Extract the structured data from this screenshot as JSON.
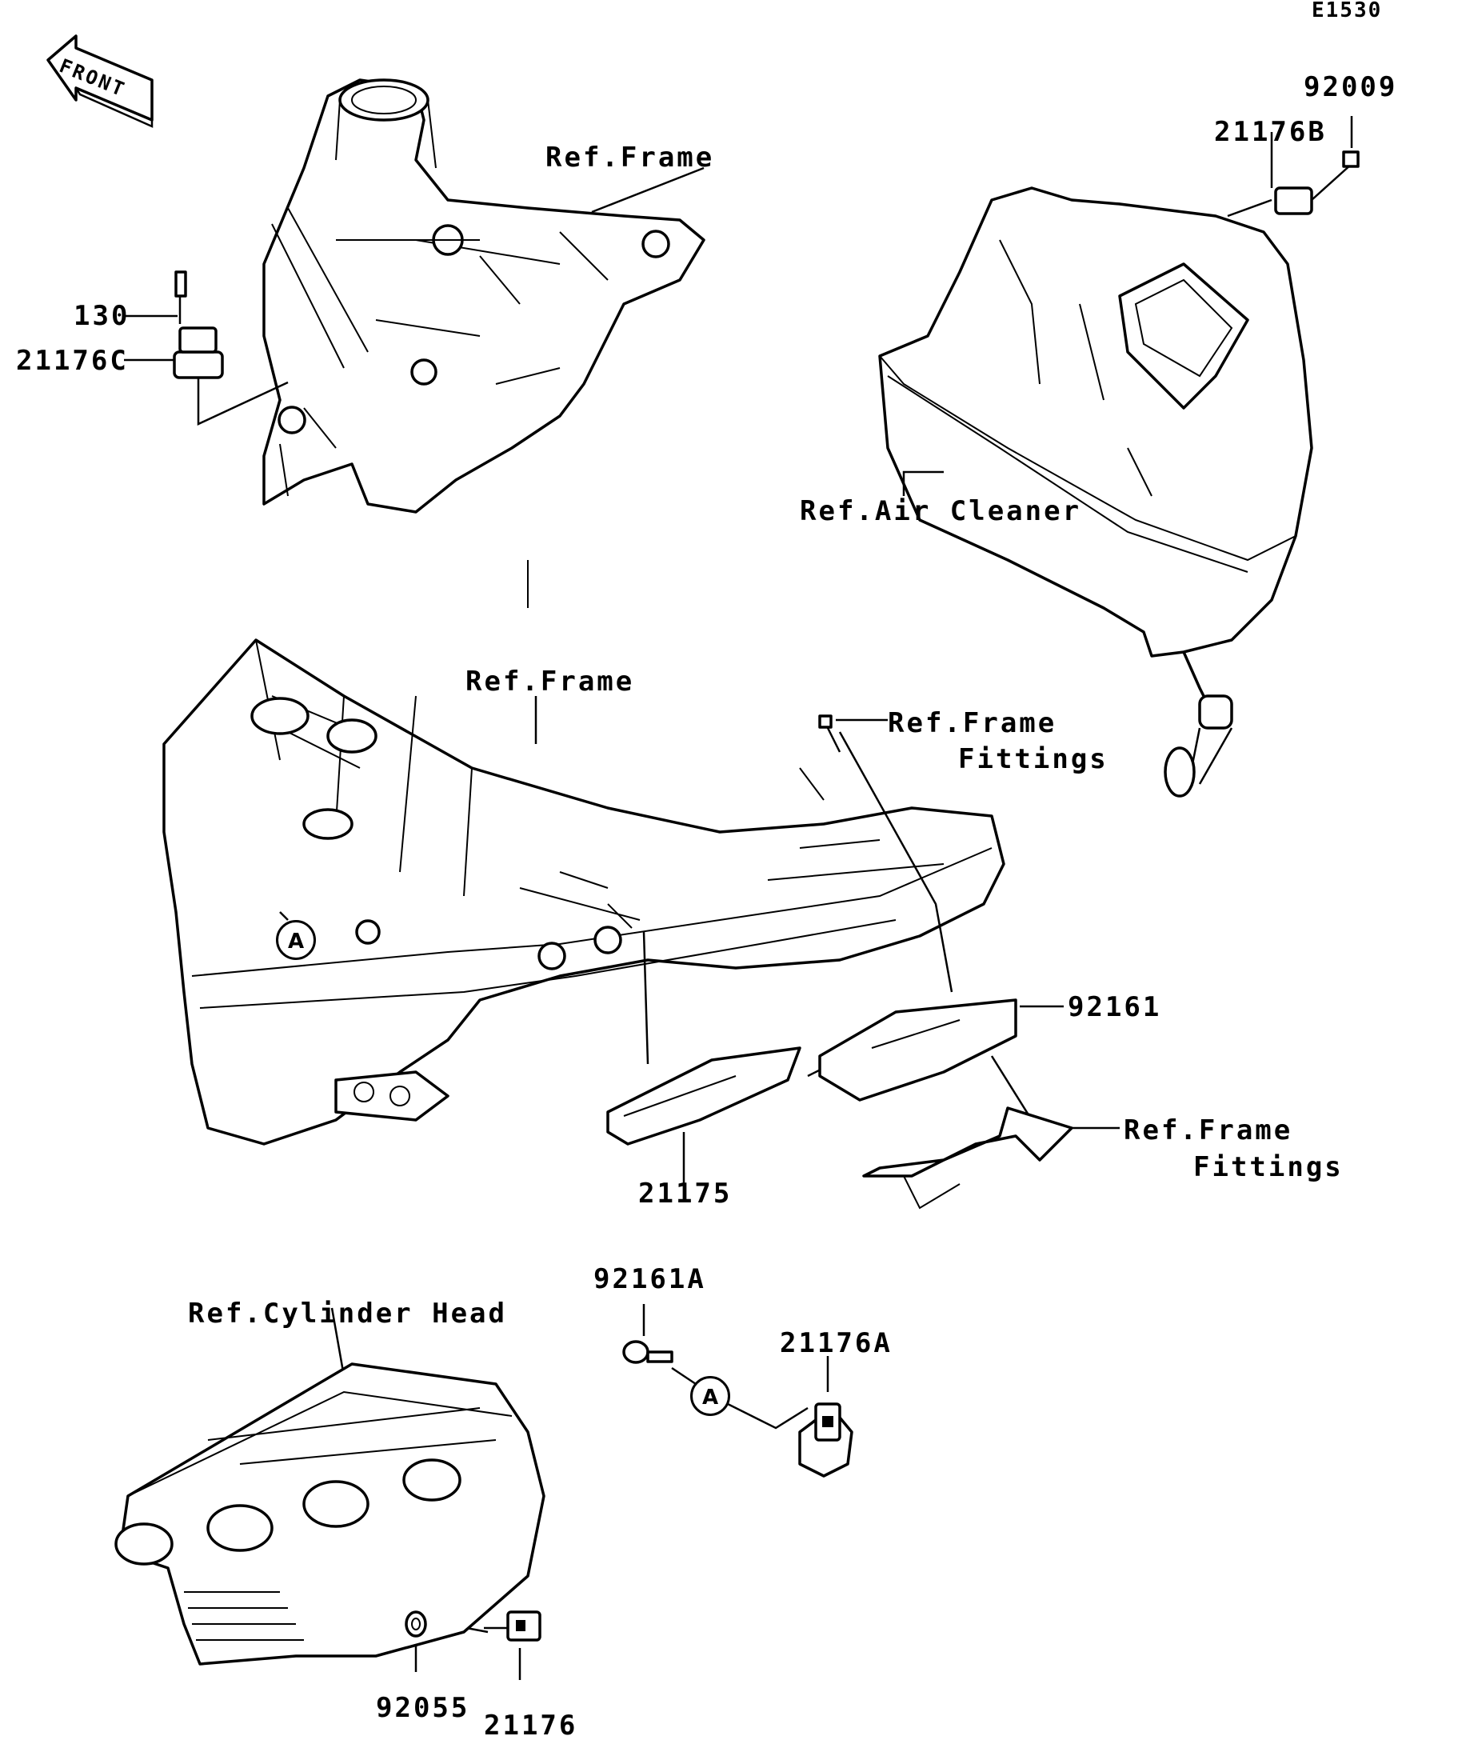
{
  "diagram_code": "E1530",
  "front_arrow_label": "FRONT",
  "labels": {
    "p92009": "92009",
    "p21176B": "21176B",
    "ref_frame_top": "Ref.Frame",
    "p130": "130",
    "p21176C": "21176C",
    "ref_air_cleaner": "Ref.Air Cleaner",
    "ref_frame_mid": "Ref.Frame",
    "ref_frame_fittings_1_line1": "Ref.Frame",
    "ref_frame_fittings_1_line2": "Fittings",
    "p92161": "92161",
    "ref_frame_fittings_2_line1": "Ref.Frame",
    "ref_frame_fittings_2_line2": "Fittings",
    "p21175": "21175",
    "p92161A": "92161A",
    "p21176A": "21176A",
    "ref_cylinder_head": "Ref.Cylinder Head",
    "p92055": "92055",
    "p21176": "21176"
  },
  "markers": {
    "frame_connector": "A",
    "sensor_connector": "A"
  }
}
